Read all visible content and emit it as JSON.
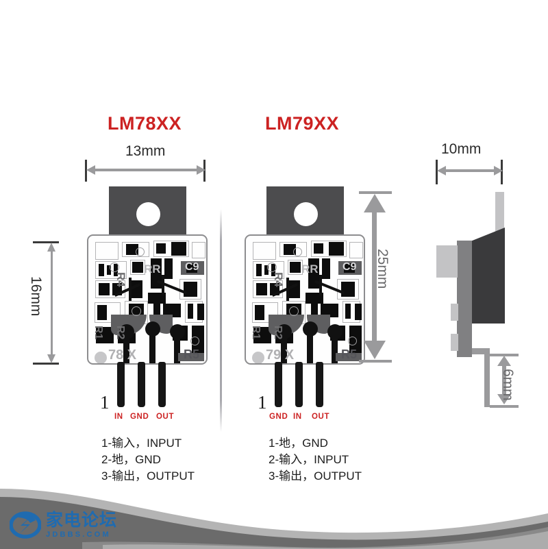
{
  "diagram": {
    "title_left": "LM78XX",
    "title_right": "LM79XX"
  },
  "dimensions": {
    "width_top": "13mm",
    "height_left": "16mm",
    "height_right": "25mm",
    "side_width": "10mm",
    "side_lead": "6mm"
  },
  "left_device": {
    "name": "LM78XX",
    "pin_marker": "1",
    "pin_labels": [
      "IN",
      "GND",
      "OUT"
    ],
    "silkscreen": {
      "part_mark": "78 X",
      "refdes": [
        "R4",
        "RR",
        "C9",
        "R5",
        "R2",
        "R1"
      ]
    },
    "legend": [
      "1-输入，INPUT",
      "2-地，GND",
      "3-输出，OUTPUT"
    ]
  },
  "right_device": {
    "name": "LM79XX",
    "pin_marker": "1",
    "pin_labels": [
      "GND",
      "IN",
      "OUT"
    ],
    "silkscreen": {
      "part_mark": "79 X",
      "refdes": [
        "R4",
        "RR",
        "C9",
        "R5",
        "R2",
        "R1"
      ]
    },
    "legend": [
      "1-地，GND",
      "2-输入，INPUT",
      "3-输出，OUTPUT"
    ]
  },
  "watermark": {
    "brand_cn": "家电论坛",
    "brand_en": "JDBBS.COM"
  },
  "colors": {
    "title_red": "#cc2222",
    "pin_label_red": "#cc2222",
    "dimension_gray": "#9a9a9c",
    "tab_gray": "#4c4c4e",
    "lead_black": "#161616",
    "logo_blue": "#1f6bb0",
    "banner_dark": "#6b6b6b",
    "banner_light": "#a8a8a8"
  }
}
